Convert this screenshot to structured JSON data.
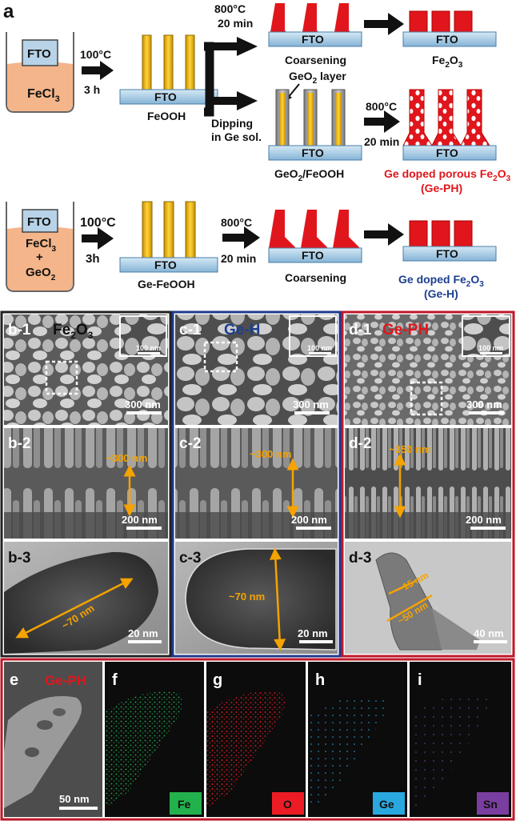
{
  "panel_a": {
    "letter": "a",
    "row1": {
      "beaker_fto": "FTO",
      "beaker_solution": "FeCl",
      "beaker_solution_sub": "3",
      "step1_temp": "100°C",
      "step1_time": "3 h",
      "feooh_fto": "FTO",
      "feooh_label": "FeOOH",
      "upper_temp": "800°C",
      "upper_time": "20 min",
      "coarsening_fto": "FTO",
      "coarsening_label": "Coarsening",
      "fe2o3_fto": "FTO",
      "fe2o3_label": "Fe",
      "fe2o3_sub1": "2",
      "fe2o3_o": "O",
      "fe2o3_sub2": "3",
      "geo2_layer_label": "GeO",
      "geo2_layer_sub": "2",
      "geo2_layer_suffix": " layer",
      "dipping_line1": "Dipping",
      "dipping_line2": "in Ge sol.",
      "geo2feooh_fto": "FTO",
      "geo2feooh_label": "GeO",
      "geo2feooh_sub": "2",
      "geo2feooh_suffix": "/FeOOH",
      "lower_temp": "800°C",
      "lower_time": "20 min",
      "gephp_fto": "FTO",
      "gephp_label": "Ge doped porous Fe",
      "gephp_sub1": "2",
      "gephp_o": "O",
      "gephp_sub2": "3",
      "gephp_abbr": "(Ge-PH)"
    },
    "row2": {
      "beaker_fto": "FTO",
      "beaker_line1": "FeCl",
      "beaker_line1_sub": "3",
      "beaker_plus": "+",
      "beaker_line3": "GeO",
      "beaker_line3_sub": "2",
      "step1_temp": "100°C",
      "step1_time": "3h",
      "feooh_fto": "FTO",
      "feooh_label": "Ge-FeOOH",
      "step2_temp": "800°C",
      "step2_time": "20 min",
      "coarsening_fto": "FTO",
      "coarsening_label": "Coarsening",
      "geh_fto": "FTO",
      "geh_label": "Ge doped Fe",
      "geh_sub1": "2",
      "geh_o": "O",
      "geh_sub2": "3",
      "geh_abbr": "(Ge-H)"
    }
  },
  "panels_bcd": {
    "b1": {
      "label": "b-1",
      "title": "Fe",
      "title_sub1": "2",
      "title_o": "O",
      "title_sub2": "3",
      "inset_scale": "100 nm",
      "scale": "300 nm"
    },
    "c1": {
      "label": "c-1",
      "title": "Ge-H",
      "inset_scale": "100 nm",
      "scale": "300 nm"
    },
    "d1": {
      "label": "d-1",
      "title": "Ge-PH",
      "inset_scale": "100 nm",
      "scale": "300 nm"
    },
    "b2": {
      "label": "b-2",
      "thickness": "~300 nm",
      "scale": "200 nm"
    },
    "c2": {
      "label": "c-2",
      "thickness": "~300 nm",
      "scale": "200 nm"
    },
    "d2": {
      "label": "d-2",
      "thickness": "~350 nm",
      "scale": "200 nm"
    },
    "b3": {
      "label": "b-3",
      "width": "~70 nm",
      "scale": "20 nm"
    },
    "c3": {
      "label": "c-3",
      "width": "~70 nm",
      "scale": "20 nm"
    },
    "d3": {
      "label": "d-3",
      "pore": "~15 nm",
      "width": "~50 nm",
      "scale": "40 nm"
    }
  },
  "panels_ei": {
    "e": {
      "label": "e",
      "title": "Ge-PH",
      "scale": "50 nm"
    },
    "f": {
      "label": "f",
      "element": "Fe"
    },
    "g": {
      "label": "g",
      "element": "O"
    },
    "h": {
      "label": "h",
      "element": "Ge"
    },
    "i": {
      "label": "i",
      "element": "Sn"
    }
  },
  "colors": {
    "hematite_red": "#e0161c",
    "rod_gold": "#f0b400",
    "fto_blue": "#a9cfe8",
    "geo2_gray": "#9a9a9a",
    "solution_orange": "#f4b58a",
    "annotation_orange": "#f5a300",
    "ge_h_blue": "#1d3f8f",
    "ge_ph_red": "#e0161c",
    "frame_b": "#222222",
    "frame_c": "#1e3a8a",
    "frame_d": "#c0182a",
    "map_fe": "#22b14c",
    "map_o": "#ed1c24",
    "map_ge": "#29a8e0",
    "map_sn": "#7a3ea0"
  }
}
